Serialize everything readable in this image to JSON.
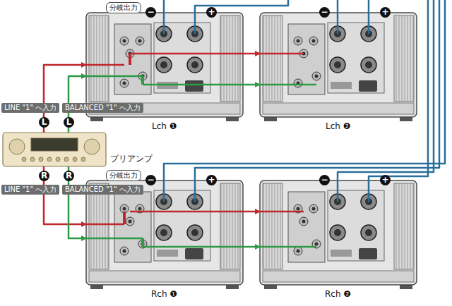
{
  "diagram": {
    "nodes": [
      {
        "text": [
          "Lch ❶"
        ]
      },
      {
        "text": [
          "Lch ❷"
        ]
      },
      {
        "text": [
          "プリアンプ"
        ]
      },
      {
        "text": [
          "Rch ❶"
        ]
      },
      {
        "text": [
          "Rch ❷"
        ]
      }
    ],
    "edges": [
      {
        "from": 2,
        "to": 0,
        "arrow": "to",
        "label": "LINE \"1\" へ入力"
      },
      {
        "from": 2,
        "to": 0,
        "arrow": "to",
        "label": "BALANCED \"1\" へ入力"
      },
      {
        "from": 0,
        "to": 1,
        "arrow": "to"
      },
      {
        "from": 0,
        "to": 1,
        "arrow": "to"
      },
      {
        "from": 2,
        "to": 3,
        "arrow": "to",
        "label": "LINE \"1\" へ入力"
      },
      {
        "from": 2,
        "to": 3,
        "arrow": "to",
        "label": "BALANCED \"1\" へ入力"
      },
      {
        "from": 3,
        "to": 4,
        "arrow": "to"
      },
      {
        "from": 3,
        "to": 4,
        "arrow": "to"
      }
    ],
    "labels": [
      "分岐出力",
      "分岐出力",
      "L",
      "L",
      "R",
      "R",
      "−",
      "+",
      "−",
      "+",
      "−",
      "+",
      "−",
      "+"
    ]
  }
}
